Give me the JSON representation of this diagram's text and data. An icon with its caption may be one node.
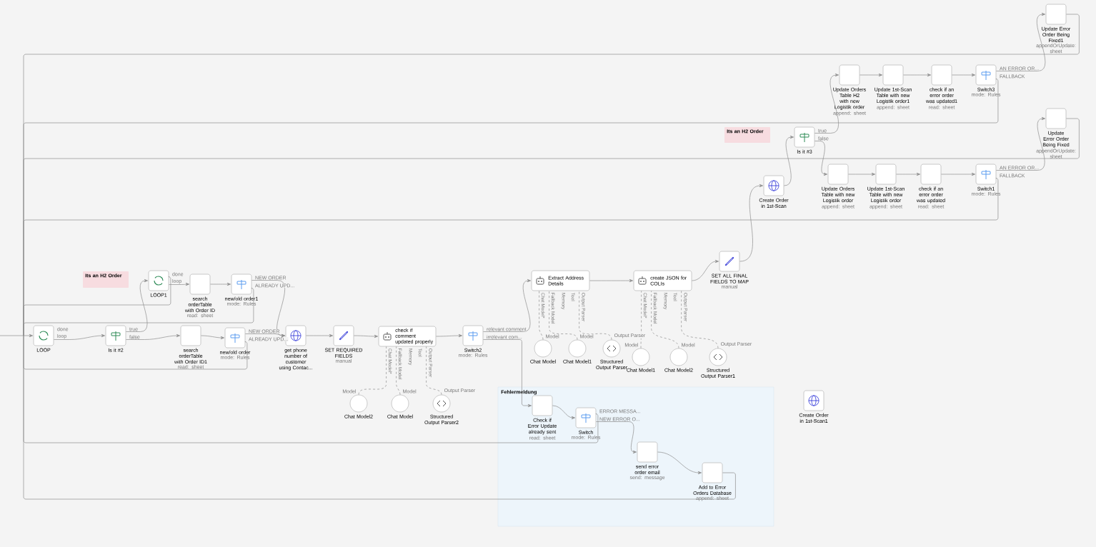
{
  "diagram": {
    "nodes": [
      {
        "text": [
          "Its an H2 Order"
        ]
      },
      {
        "text": [
          "Its an H2 Order"
        ]
      },
      {
        "text": [
          "Fehlermeldung"
        ]
      },
      {
        "text": [
          "LOOP"
        ]
      },
      {
        "text": [
          "Is it #2"
        ]
      },
      {
        "text": [
          "LOOP1"
        ]
      },
      {
        "text": [
          "search orderTable with Order ID",
          "read: sheet"
        ]
      },
      {
        "text": [
          "new/old order1",
          "mode: Rules"
        ]
      },
      {
        "text": [
          "search orderTable with Order ID1",
          "read: sheet"
        ]
      },
      {
        "text": [
          "new/old order",
          "mode: Rules"
        ]
      },
      {
        "text": [
          "get phone number of customer using Contac..."
        ]
      },
      {
        "text": [
          "SET REQUIRED FIELDS",
          "manual"
        ]
      },
      {
        "text": [
          "check if comment updated properly"
        ]
      },
      {
        "text": [
          "Switch2",
          "mode: Rules"
        ]
      },
      {
        "text": [
          "Chat Model2"
        ]
      },
      {
        "text": [
          "Chat Model"
        ]
      },
      {
        "text": [
          "Structured Output Parser2"
        ]
      },
      {
        "text": [
          "Extract Address Details"
        ]
      },
      {
        "text": [
          "Chat Model"
        ]
      },
      {
        "text": [
          "Chat Model1"
        ]
      },
      {
        "text": [
          "Structured Output Parser"
        ]
      },
      {
        "text": [
          "create JSON for COLIs"
        ]
      },
      {
        "text": [
          "Chat Model1"
        ]
      },
      {
        "text": [
          "Chat Model2"
        ]
      },
      {
        "text": [
          "Structured Output Parser1"
        ]
      },
      {
        "text": [
          "SET ALL FINAL FIELDS TO MAP",
          "manual"
        ]
      },
      {
        "text": [
          "Create Order in 1st-Scan"
        ]
      },
      {
        "text": [
          "Is it #3"
        ]
      },
      {
        "text": [
          "Update Orders Table H2 with new Logistik order",
          "append: sheet"
        ]
      },
      {
        "text": [
          "Update 1st-Scan Table with new Logistik order1",
          "append: sheet"
        ]
      },
      {
        "text": [
          "check if an error order was updated1",
          "read: sheet"
        ]
      },
      {
        "text": [
          "Switch3",
          "mode: Rules"
        ]
      },
      {
        "text": [
          "Update Error Order Being Fixed1",
          "appendOrUpdate: sheet"
        ]
      },
      {
        "text": [
          "Update Orders Table with new Logistik order",
          "append: sheet"
        ]
      },
      {
        "text": [
          "Update 1st-Scan Table with new Logistik order",
          "append: sheet"
        ]
      },
      {
        "text": [
          "check if an error order was updated",
          "read: sheet"
        ]
      },
      {
        "text": [
          "Switch1",
          "mode: Rules"
        ]
      },
      {
        "text": [
          "Update Error Order Being Fixed",
          "appendOrUpdate: sheet"
        ]
      },
      {
        "text": [
          "Check if Error Update already sent",
          "read: sheet"
        ],
        "in": 2
      },
      {
        "text": [
          "Switch",
          "mode: Rules"
        ],
        "in": 2
      },
      {
        "text": [
          "send error order email",
          "send: message"
        ],
        "in": 2
      },
      {
        "text": [
          "Add to Error Orders Database",
          "append: sheet"
        ],
        "in": 2
      },
      {
        "text": [
          "Create Order in 1st-Scan1"
        ]
      }
    ],
    "edges": [
      {
        "from": null,
        "to": 3,
        "arrow": "to"
      },
      {
        "from": 3,
        "to": 4,
        "arrow": "to",
        "label": "loop"
      },
      {
        "from": 4,
        "to": 5,
        "arrow": "to",
        "label": "true"
      },
      {
        "from": 4,
        "to": 8,
        "arrow": "to",
        "label": "false"
      },
      {
        "from": 5,
        "to": 6,
        "arrow": "to",
        "label": "loop"
      },
      {
        "from": 5,
        "to": 3,
        "arrow": "to",
        "label": "done"
      },
      {
        "from": 6,
        "to": 7,
        "arrow": "to"
      },
      {
        "from": 7,
        "to": 10,
        "arrow": "to",
        "label": "NEW ORDER"
      },
      {
        "from": 7,
        "to": 3,
        "arrow": "to",
        "label": "ALREADY UPD..."
      },
      {
        "from": 8,
        "to": 9,
        "arrow": "to"
      },
      {
        "from": 9,
        "to": 10,
        "arrow": "to",
        "label": "NEW ORDER"
      },
      {
        "from": 9,
        "to": 3,
        "arrow": "to",
        "label": "ALREADY UPD..."
      },
      {
        "from": 10,
        "to": 11,
        "arrow": "to"
      },
      {
        "from": 11,
        "to": 12,
        "arrow": "to"
      },
      {
        "from": 12,
        "to": 13,
        "arrow": "to"
      },
      {
        "from": 13,
        "to": 17,
        "arrow": "to",
        "label": "relevant comment"
      },
      {
        "from": 13,
        "to": 38,
        "arrow": "to",
        "label": "irrelevant com..."
      },
      {
        "from": 14,
        "to": 12,
        "arrow": "none",
        "style": "dashed",
        "label": "Model"
      },
      {
        "from": 15,
        "to": 12,
        "arrow": "none",
        "style": "dashed",
        "label": "Model"
      },
      {
        "from": 16,
        "to": 12,
        "arrow": "none",
        "style": "dashed",
        "label": "Output Parser"
      },
      {
        "from": 17,
        "to": 21,
        "arrow": "to"
      },
      {
        "from": 18,
        "to": 17,
        "arrow": "none",
        "style": "dashed",
        "label": "Model"
      },
      {
        "from": 19,
        "to": 17,
        "arrow": "none",
        "style": "dashed",
        "label": "Model"
      },
      {
        "from": 20,
        "to": 17,
        "arrow": "none",
        "style": "dashed",
        "label": "Output Parser"
      },
      {
        "from": 21,
        "to": 25,
        "arrow": "to"
      },
      {
        "from": 22,
        "to": 21,
        "arrow": "none",
        "style": "dashed",
        "label": "Model"
      },
      {
        "from": 23,
        "to": 21,
        "arrow": "none",
        "style": "dashed",
        "label": "Model"
      },
      {
        "from": 24,
        "to": 21,
        "arrow": "none",
        "style": "dashed",
        "label": "Output Parser"
      },
      {
        "from": 25,
        "to": 26,
        "arrow": "to"
      },
      {
        "from": 26,
        "to": 27,
        "arrow": "to"
      },
      {
        "from": 27,
        "to": 28,
        "arrow": "to",
        "label": "true"
      },
      {
        "from": 27,
        "to": 33,
        "arrow": "to",
        "label": "false"
      },
      {
        "from": 28,
        "to": 29,
        "arrow": "to"
      },
      {
        "from": 29,
        "to": 30,
        "arrow": "to"
      },
      {
        "from": 30,
        "to": 31,
        "arrow": "to"
      },
      {
        "from": 31,
        "to": 32,
        "arrow": "to",
        "label": "AN ERROR OR..."
      },
      {
        "from": 31,
        "to": 3,
        "arrow": "to",
        "label": "FALLBACK"
      },
      {
        "from": 32,
        "to": 3,
        "arrow": "to"
      },
      {
        "from": 33,
        "to": 34,
        "arrow": "to"
      },
      {
        "from": 34,
        "to": 35,
        "arrow": "to"
      },
      {
        "from": 35,
        "to": 36,
        "arrow": "to"
      },
      {
        "from": 36,
        "to": 37,
        "arrow": "to",
        "label": "AN ERROR OR..."
      },
      {
        "from": 36,
        "to": 3,
        "arrow": "to",
        "label": "FALLBACK"
      },
      {
        "from": 37,
        "to": 3,
        "arrow": "to"
      },
      {
        "from": 38,
        "to": 39,
        "arrow": "to"
      },
      {
        "from": 39,
        "to": 3,
        "arrow": "to",
        "label": "ERROR MESSA..."
      },
      {
        "from": 39,
        "to": 40,
        "arrow": "to",
        "label": "NEW ERROR O..."
      },
      {
        "from": 40,
        "to": 41,
        "arrow": "to"
      },
      {
        "from": 41,
        "to": 3,
        "arrow": "to"
      }
    ],
    "labels": [
      "done",
      "Chat Model*",
      "Fallback Model",
      "Memory",
      "Tool",
      "Output Parser",
      "Chat Model*",
      "Fallback Model",
      "Memory",
      "Tool",
      "Output Parser",
      "Chat Model*",
      "Fallback Model",
      "Memory",
      "Tool",
      "Output Parser"
    ]
  }
}
